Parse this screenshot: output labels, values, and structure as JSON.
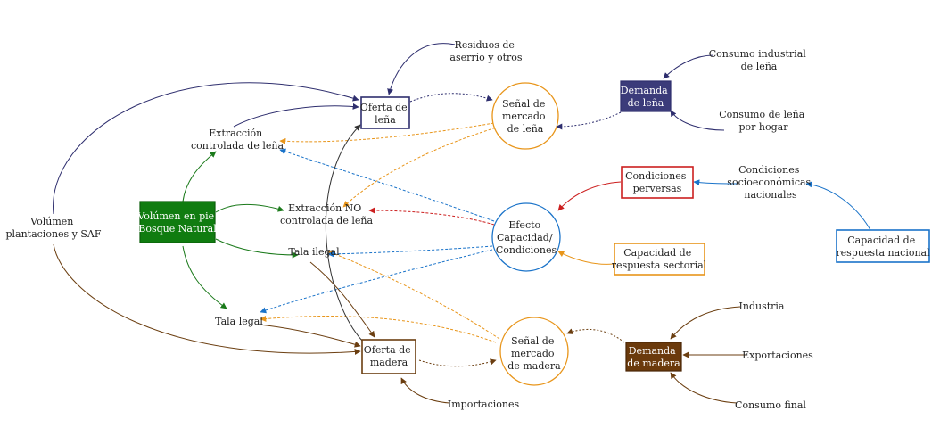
{
  "diagram": {
    "nodes": {
      "residuos": [
        "Residuos de",
        "aserrío y otros"
      ],
      "consumo_industrial": [
        "Consumo industrial",
        "de leña"
      ],
      "oferta_lena": [
        "Oferta de",
        "leña"
      ],
      "senal_lena": [
        "Señal de",
        "mercado",
        "de leña"
      ],
      "demanda_lena": [
        "Demanda",
        "de leña"
      ],
      "consumo_hogar": [
        "Consumo de leña",
        "por hogar"
      ],
      "extraccion_controlada": [
        "Extracción",
        "controlada de leña"
      ],
      "condiciones_perversas": [
        "Condiciones",
        "perversas"
      ],
      "condiciones_socio": [
        "Condiciones",
        "socioeconómicas",
        "nacionales"
      ],
      "volumen_plantaciones": [
        "Volúmen",
        "plantaciones y SAF"
      ],
      "volumen_bosque": [
        "Volúmen en pie",
        "Bosque Natural"
      ],
      "extraccion_no": [
        "Extracción NO",
        "controlada de leña"
      ],
      "efecto": [
        "Efecto",
        "Capacidad/",
        "Condiciones"
      ],
      "capacidad_nacional": [
        "Capacidad de",
        "respuesta nacional"
      ],
      "tala_ilegal": [
        "Tala ilegal"
      ],
      "capacidad_sectorial": [
        "Capacidad de",
        "respuesta sectorial"
      ],
      "tala_legal": [
        "Tala legal"
      ],
      "industria": [
        "Industria"
      ],
      "oferta_madera": [
        "Oferta de",
        "madera"
      ],
      "senal_madera": [
        "Señal de",
        "mercado",
        "de madera"
      ],
      "demanda_madera": [
        "Demanda",
        "de madera"
      ],
      "exportaciones": [
        "Exportaciones"
      ],
      "importaciones": [
        "Importaciones"
      ],
      "consumo_final": [
        "Consumo final"
      ]
    },
    "colors": {
      "navy": "#2e2e6e",
      "navy_fill": "#3b3b7a",
      "orange": "#e8951a",
      "blue": "#1a73c9",
      "red": "#cc1f1f",
      "green": "#1b7a1b",
      "green_fill": "#107c10",
      "brown": "#6b3e10",
      "brown_fill": "#6b3a0c",
      "gray": "#333333"
    }
  }
}
